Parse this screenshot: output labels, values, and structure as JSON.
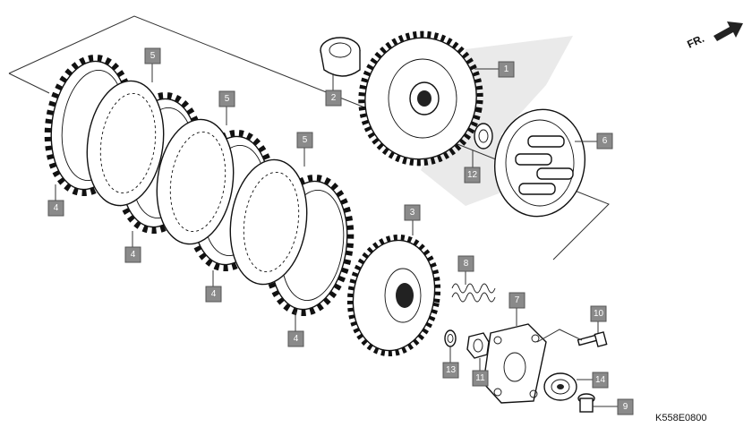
{
  "diagram_code": "K558E0800",
  "direction_label": "FR.",
  "colors": {
    "callout_fill": "#8a8a8a",
    "callout_text": "#ffffff",
    "line": "#111111"
  },
  "callouts": [
    {
      "id": "c1",
      "label": "1"
    },
    {
      "id": "c2",
      "label": "2"
    },
    {
      "id": "c3",
      "label": "3"
    },
    {
      "id": "c4a",
      "label": "4"
    },
    {
      "id": "c4b",
      "label": "4"
    },
    {
      "id": "c4c",
      "label": "4"
    },
    {
      "id": "c4d",
      "label": "4"
    },
    {
      "id": "c5a",
      "label": "5"
    },
    {
      "id": "c5b",
      "label": "5"
    },
    {
      "id": "c5c",
      "label": "5"
    },
    {
      "id": "c6",
      "label": "6"
    },
    {
      "id": "c7",
      "label": "7"
    },
    {
      "id": "c8",
      "label": "8"
    },
    {
      "id": "c9",
      "label": "9"
    },
    {
      "id": "c10",
      "label": "10"
    },
    {
      "id": "c11",
      "label": "11"
    },
    {
      "id": "c12",
      "label": "12"
    },
    {
      "id": "c13",
      "label": "13"
    },
    {
      "id": "c14",
      "label": "14"
    }
  ]
}
